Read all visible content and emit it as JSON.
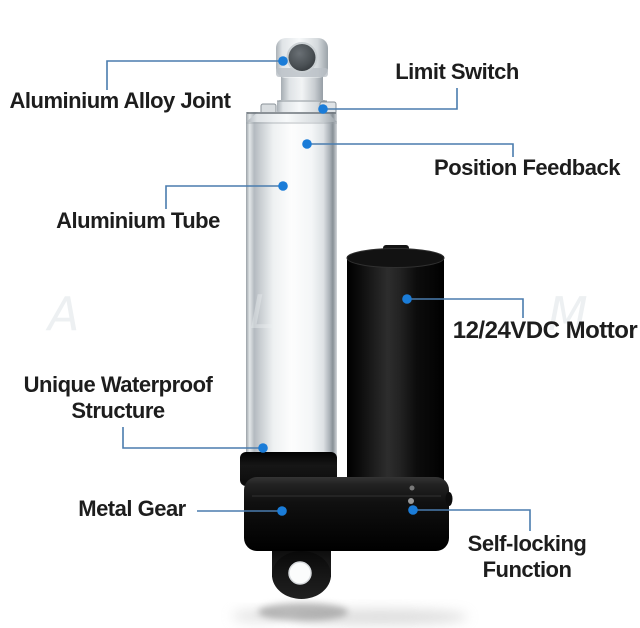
{
  "colors": {
    "background": "#ffffff",
    "line": "#4a7cae",
    "dot": "#1a7cd8",
    "text": "#1d1d1d",
    "watermark": "#edf0f2"
  },
  "labels": {
    "joint": "Aluminium Alloy Joint",
    "limit_switch": "Limit Switch",
    "position_feedback": "Position Feedback",
    "tube": "Aluminium Tube",
    "motor": "12/24VDC Mottor",
    "waterproof_line1": "Unique Waterproof",
    "waterproof_line2": "Structure",
    "metal_gear": "Metal Gear",
    "self_locking_line1": "Self-locking",
    "self_locking_line2": "Function"
  },
  "watermark": {
    "letters": [
      "A",
      "L",
      "M"
    ]
  }
}
